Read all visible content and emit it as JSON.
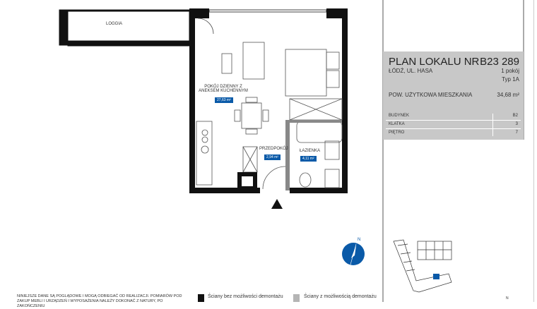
{
  "header": {
    "title": "PLAN LOKALU NR",
    "unit_number": "B23 289"
  },
  "address": "ŁÓDŹ, UL. HASA",
  "rooms_count": "1 pokój",
  "type": "Typ 1A",
  "usable_area": {
    "label": "POW. UŻYTKOWA MIESZKANIA",
    "value": "34,68 m²"
  },
  "details": [
    {
      "label": "BUDYNEK",
      "value": "B2"
    },
    {
      "label": "KLATKA",
      "value": "3"
    },
    {
      "label": "PIĘTRO",
      "value": "7"
    }
  ],
  "rooms": [
    {
      "name": "LOGGIA",
      "area": ""
    },
    {
      "name": "POKÓJ DZIENNY Z ANEKSEM KUCHENNYM",
      "area": "27,63 m²"
    },
    {
      "name": "PRZEDPOKÓJ",
      "area": "2,94 m²"
    },
    {
      "name": "ŁAZIENKA",
      "area": "4,11 m²"
    }
  ],
  "compass_label": "N",
  "footer": {
    "note": "NINIEJSZE DANE SĄ POGLĄDOWE I MOGĄ ODBIEGAĆ OD REALIZACJI. POMIARÓW POD ZAKUP MEBLI I URZĄDZEŃ I WYPOSAŻENIA NALEŻY DOKONAĆ Z NATURY, PO ZAKOŃCZENIU",
    "legend_fixed": "Ściany bez możliwości demontażu",
    "legend_removable": "Ściany z możliwością demontażu",
    "corner_label": "N"
  },
  "colors": {
    "accent": "#0a5aa8",
    "wall_fixed": "#111111",
    "wall_removable": "#b5b5b5",
    "panel": "#c8c8c8"
  }
}
